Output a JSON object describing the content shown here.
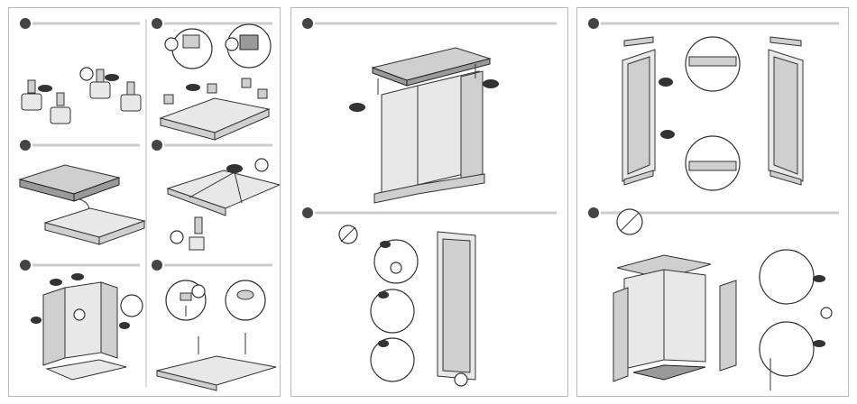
{
  "document": {
    "type": "assembly-instructions",
    "pages": 3,
    "steps_per_page": [
      6,
      2,
      2
    ],
    "text_labels": []
  },
  "icons": {
    "no_power_tools": "no-power-drill-icon",
    "step_marker": "step-number-circle"
  },
  "colors": {
    "line": "#333333",
    "panel": "#e8e8e8",
    "panel_mid": "#cfcfcf",
    "step_marker": "#444444",
    "divider": "#cccccc"
  }
}
